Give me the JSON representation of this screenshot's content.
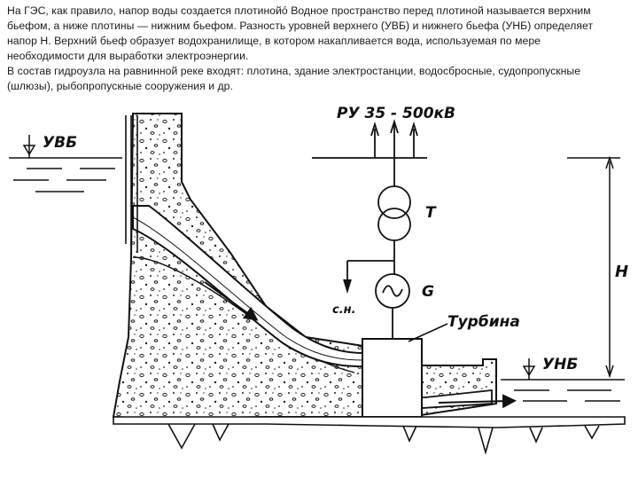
{
  "caption": {
    "line1": "На ГЭС, как правило, напор воды создается плотинойó Водное пространство перед плотиной называется верхним",
    "line2": "бьефом, а ниже плотины — нижним бьефом. Разность уровней верхнего (УВБ) и нижнего бьефа (УНБ) определяет",
    "line3": "напор Н. Верхний бьеф образует водохранилище, в котором накапливается вода, используемая по мере",
    "line4": "необходимости для выработки электроэнергии.",
    "line5": "В состав гидроузла на равнинной реке входят: плотина, здание электростанции, водосбросные, судопропускные",
    "line6": "(шлюзы), рыбопропускные сооружения и др."
  },
  "diagram": {
    "upstream_level": "УВБ",
    "downstream_level": "УНБ",
    "power_line": "РУ 35 - 500кВ",
    "transformer": "Т",
    "generator": "G",
    "auxiliary": "с.н.",
    "turbine": "Турбина",
    "head": "Н"
  }
}
